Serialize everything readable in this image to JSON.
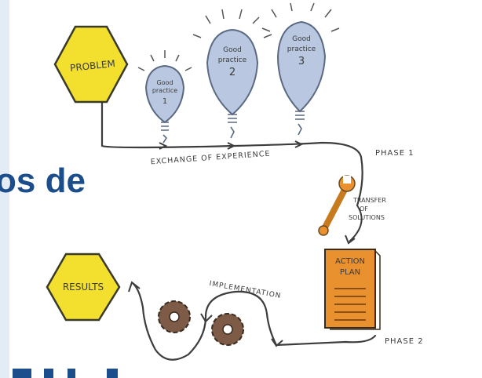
{
  "background_text": {
    "fragment": "os de"
  },
  "diagram": {
    "problem_label": "PROBLEM",
    "results_label": "RESULTS",
    "bulbs": [
      {
        "line1": "Good",
        "line2": "practice",
        "num": "1"
      },
      {
        "line1": "Good",
        "line2": "practice",
        "num": "2"
      },
      {
        "line1": "Good",
        "line2": "practice",
        "num": "3"
      }
    ],
    "exchange_label": "EXCHANGE OF EXPERIENCE",
    "phase1_label": "PHASE 1",
    "transfer_line1": "TRANSFER",
    "transfer_line2": "OF",
    "transfer_line3": "SOLUTIONS",
    "action_plan_line1": "ACTION",
    "action_plan_line2": "PLAN",
    "implementation_label": "IMPLEMENTATION",
    "phase2_label": "PHASE 2"
  },
  "colors": {
    "hexagon_fill": "#f2df2e",
    "hexagon_stroke": "#3a3a2a",
    "bulb_fill": "#b9c8e0",
    "bulb_stroke": "#5a6a82",
    "action_plan_fill": "#e9902f",
    "gear_fill": "#7d5b46",
    "line": "#3d3d3d",
    "slide_text": "#1d4e8c"
  }
}
